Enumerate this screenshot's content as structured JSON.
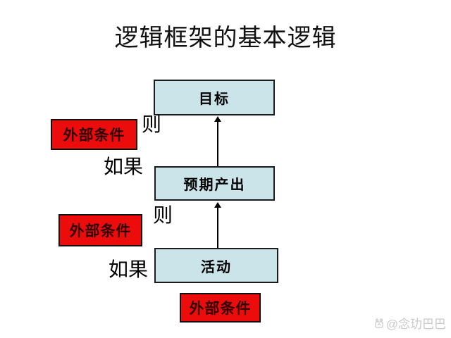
{
  "title": "逻辑框架的基本逻辑",
  "colors": {
    "level_box_fill": "#cbe4ea",
    "level_box_border": "#1c1c1c",
    "condition_fill": "#ed0c0c",
    "condition_text": "#300000",
    "arrow": "#000000",
    "watermark": "#c9c9c9"
  },
  "diagram": {
    "levels": [
      {
        "label": "目标"
      },
      {
        "label": "预期产出"
      },
      {
        "label": "活动"
      }
    ],
    "connectors": [
      {
        "then_label": "则",
        "if_label": "如果"
      },
      {
        "then_label": "则",
        "if_label": "如果"
      }
    ],
    "external_conditions": [
      {
        "label": "外部条件"
      },
      {
        "label": "外部条件"
      },
      {
        "label": "外部条件"
      }
    ]
  },
  "watermark": {
    "text": "@念玏巴巴"
  }
}
